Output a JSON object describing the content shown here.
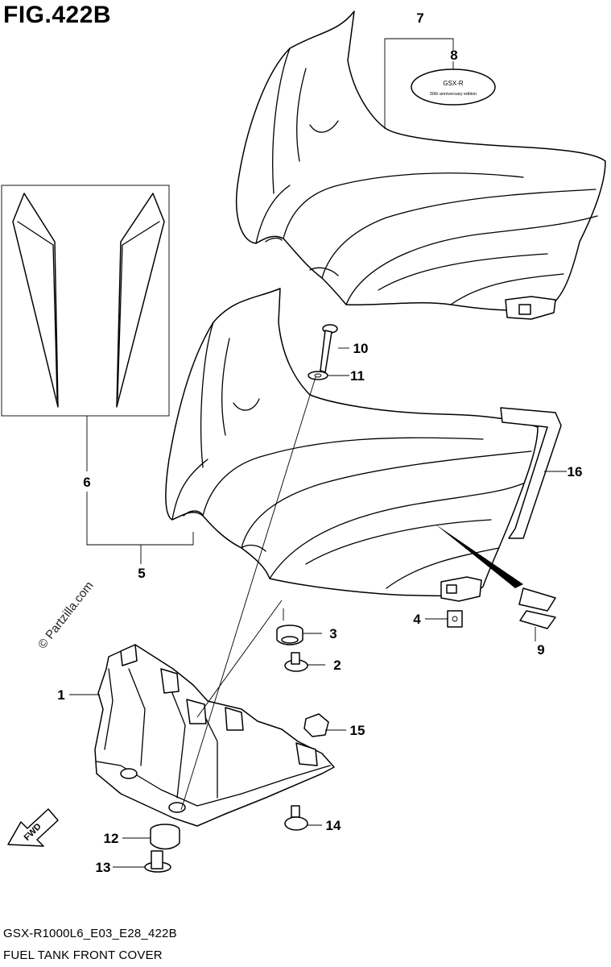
{
  "figure": {
    "title": "FIG.422B",
    "model_code": "GSX-R1000L6_E03_E28_422B",
    "caption": "FUEL TANK FRONT COVER",
    "watermark": "© Partzilla.com",
    "badge_line1": "GSX-R",
    "badge_line2": "30th anniversary edition",
    "fwd_label": "FWD"
  },
  "callouts": [
    {
      "id": "c1",
      "label": "1"
    },
    {
      "id": "c2",
      "label": "2"
    },
    {
      "id": "c3",
      "label": "3"
    },
    {
      "id": "c4",
      "label": "4"
    },
    {
      "id": "c5",
      "label": "5"
    },
    {
      "id": "c6",
      "label": "6"
    },
    {
      "id": "c7",
      "label": "7"
    },
    {
      "id": "c8",
      "label": "8"
    },
    {
      "id": "c9",
      "label": "9"
    },
    {
      "id": "c10",
      "label": "10"
    },
    {
      "id": "c11",
      "label": "11"
    },
    {
      "id": "c12",
      "label": "12"
    },
    {
      "id": "c13",
      "label": "13"
    },
    {
      "id": "c14",
      "label": "14"
    },
    {
      "id": "c15",
      "label": "15"
    },
    {
      "id": "c16",
      "label": "16"
    }
  ]
}
